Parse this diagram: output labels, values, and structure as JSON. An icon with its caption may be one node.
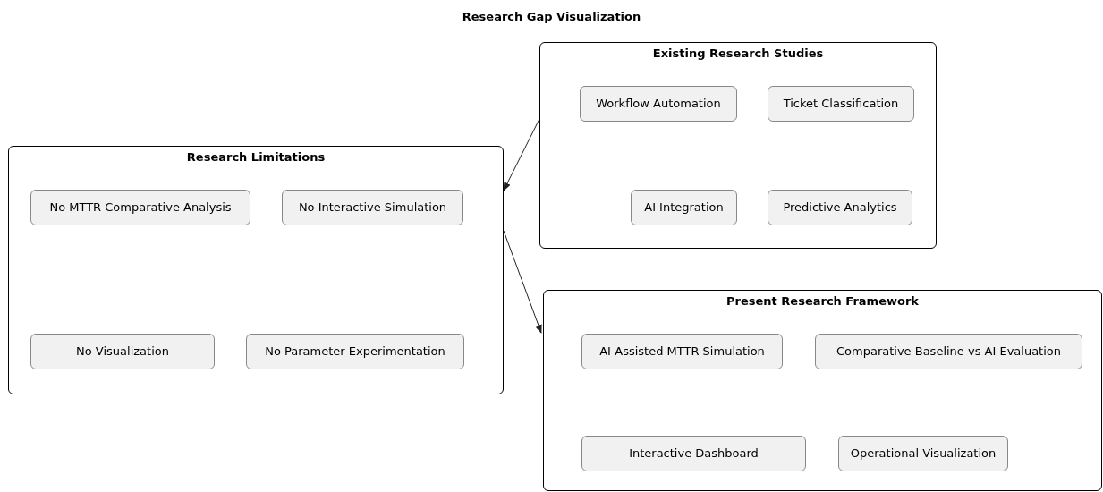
{
  "diagram": {
    "title": "Research Gap Visualization",
    "nodes": [
      {
        "text": [
          "Existing Research Studies"
        ]
      },
      {
        "text": [
          "Workflow Automation"
        ],
        "in": 0
      },
      {
        "text": [
          "Ticket Classification"
        ],
        "in": 0
      },
      {
        "text": [
          "AI Integration"
        ],
        "in": 0
      },
      {
        "text": [
          "Predictive Analytics"
        ],
        "in": 0
      },
      {
        "text": [
          "Research Limitations"
        ]
      },
      {
        "text": [
          "No MTTR Comparative Analysis"
        ],
        "in": 5
      },
      {
        "text": [
          "No Interactive Simulation"
        ],
        "in": 5
      },
      {
        "text": [
          "No Visualization"
        ],
        "in": 5
      },
      {
        "text": [
          "No Parameter Experimentation"
        ],
        "in": 5
      },
      {
        "text": [
          "Present Research Framework"
        ]
      },
      {
        "text": [
          "AI-Assisted MTTR Simulation"
        ],
        "in": 10
      },
      {
        "text": [
          "Comparative Baseline vs AI Evaluation"
        ],
        "in": 10
      },
      {
        "text": [
          "Interactive Dashboard"
        ],
        "in": 10
      },
      {
        "text": [
          "Operational Visualization"
        ],
        "in": 10
      }
    ],
    "edges": [
      {
        "from": 0,
        "to": 5,
        "arrow": "to"
      },
      {
        "from": 5,
        "to": 10,
        "arrow": "to"
      }
    ]
  }
}
